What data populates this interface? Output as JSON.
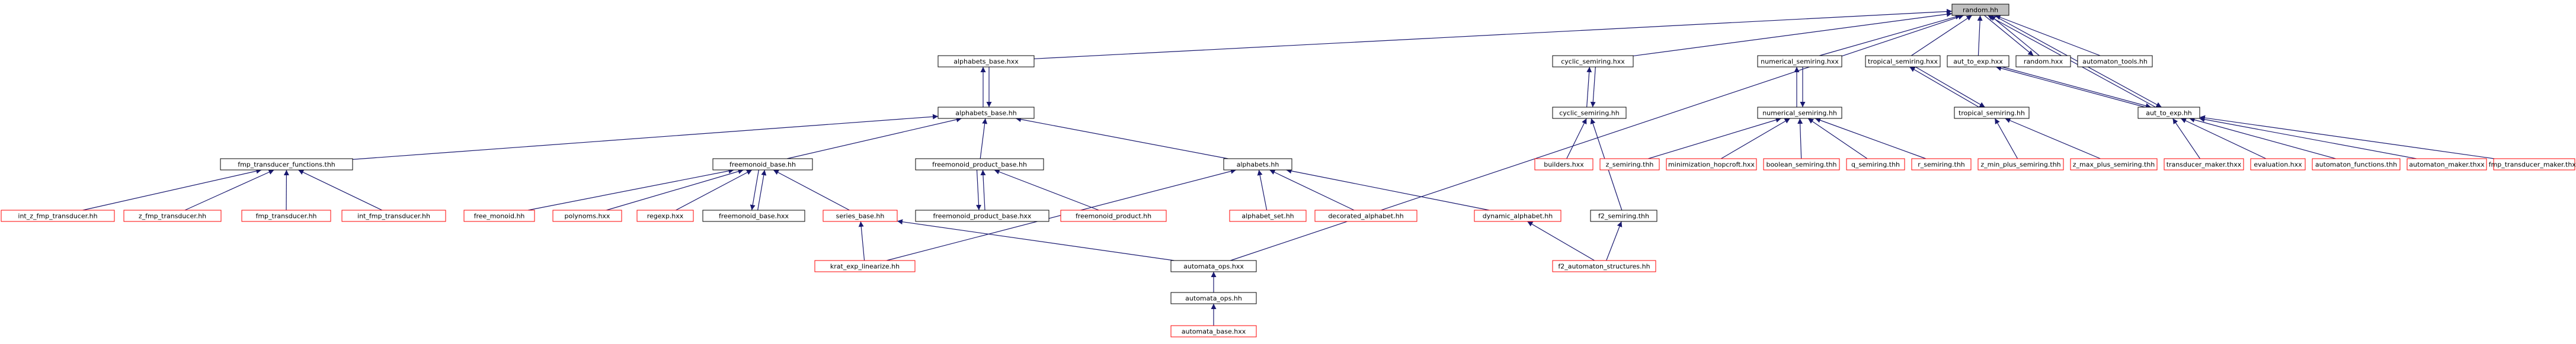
{
  "colors": {
    "edge": "#191970",
    "node_border_default": "#000000",
    "node_border_red": "#ff0000",
    "node_highlight_fill": "#bfbfbf",
    "node_fill": "#ffffff",
    "text": "#000000"
  },
  "nodes": [
    {
      "id": "random_hh",
      "label": "random.hh",
      "style": "highlight"
    },
    {
      "id": "alphabets_base_hxx",
      "label": "alphabets_base.hxx",
      "style": "black"
    },
    {
      "id": "cyclic_semiring_hxx",
      "label": "cyclic_semiring.hxx",
      "style": "black"
    },
    {
      "id": "numerical_semiring_hxx",
      "label": "numerical_semiring.hxx",
      "style": "black"
    },
    {
      "id": "tropical_semiring_hxx",
      "label": "tropical_semiring.hxx",
      "style": "black"
    },
    {
      "id": "aut_to_exp_hxx",
      "label": "aut_to_exp.hxx",
      "style": "black"
    },
    {
      "id": "random_hxx",
      "label": "random.hxx",
      "style": "black"
    },
    {
      "id": "automaton_tools_hh",
      "label": "automaton_tools.hh",
      "style": "black"
    },
    {
      "id": "alphabets_base_hh",
      "label": "alphabets_base.hh",
      "style": "black"
    },
    {
      "id": "cyclic_semiring_hh",
      "label": "cyclic_semiring.hh",
      "style": "black"
    },
    {
      "id": "numerical_semiring_hh",
      "label": "numerical_semiring.hh",
      "style": "black"
    },
    {
      "id": "tropical_semiring_hh",
      "label": "tropical_semiring.hh",
      "style": "black"
    },
    {
      "id": "aut_to_exp_hh",
      "label": "aut_to_exp.hh",
      "style": "black"
    },
    {
      "id": "fmp_transducer_functions_thh",
      "label": "fmp_transducer_functions.thh",
      "style": "black"
    },
    {
      "id": "freemonoid_base_hh",
      "label": "freemonoid_base.hh",
      "style": "black"
    },
    {
      "id": "freemonoid_product_base_hh",
      "label": "freemonoid_product_base.hh",
      "style": "black"
    },
    {
      "id": "alphabets_hh",
      "label": "alphabets.hh",
      "style": "black"
    },
    {
      "id": "builders_hxx",
      "label": "builders.hxx",
      "style": "red"
    },
    {
      "id": "z_semiring_thh",
      "label": "z_semiring.thh",
      "style": "red"
    },
    {
      "id": "minimization_hopcroft_hxx",
      "label": "minimization_hopcroft.hxx",
      "style": "red"
    },
    {
      "id": "boolean_semiring_thh",
      "label": "boolean_semiring.thh",
      "style": "red"
    },
    {
      "id": "q_semiring_thh",
      "label": "q_semiring.thh",
      "style": "red"
    },
    {
      "id": "r_semiring_thh",
      "label": "r_semiring.thh",
      "style": "red"
    },
    {
      "id": "z_min_plus_semiring_thh",
      "label": "z_min_plus_semiring.thh",
      "style": "red"
    },
    {
      "id": "z_max_plus_semiring_thh",
      "label": "z_max_plus_semiring.thh",
      "style": "red"
    },
    {
      "id": "transducer_maker_thxx",
      "label": "transducer_maker.thxx",
      "style": "red"
    },
    {
      "id": "evaluation_hxx",
      "label": "evaluation.hxx",
      "style": "red"
    },
    {
      "id": "automaton_functions_thh",
      "label": "automaton_functions.thh",
      "style": "red"
    },
    {
      "id": "automaton_maker_thxx",
      "label": "automaton_maker.thxx",
      "style": "red"
    },
    {
      "id": "fmp_transducer_maker_thxx",
      "label": "fmp_transducer_maker.thxx",
      "style": "red"
    },
    {
      "id": "int_z_fmp_transducer_hh",
      "label": "int_z_fmp_transducer.hh",
      "style": "red"
    },
    {
      "id": "z_fmp_transducer_hh",
      "label": "z_fmp_transducer.hh",
      "style": "red"
    },
    {
      "id": "fmp_transducer_hh",
      "label": "fmp_transducer.hh",
      "style": "red"
    },
    {
      "id": "int_fmp_transducer_hh",
      "label": "int_fmp_transducer.hh",
      "style": "red"
    },
    {
      "id": "free_monoid_hh",
      "label": "free_monoid.hh",
      "style": "red"
    },
    {
      "id": "polynoms_hxx",
      "label": "polynoms.hxx",
      "style": "red"
    },
    {
      "id": "regexp_hxx",
      "label": "regexp.hxx",
      "style": "red"
    },
    {
      "id": "freemonoid_base_hxx",
      "label": "freemonoid_base.hxx",
      "style": "black"
    },
    {
      "id": "series_base_hh",
      "label": "series_base.hh",
      "style": "red"
    },
    {
      "id": "freemonoid_product_base_hxx",
      "label": "freemonoid_product_base.hxx",
      "style": "black"
    },
    {
      "id": "freemonoid_product_hh",
      "label": "freemonoid_product.hh",
      "style": "red"
    },
    {
      "id": "alphabet_set_hh",
      "label": "alphabet_set.hh",
      "style": "red"
    },
    {
      "id": "decorated_alphabet_hh",
      "label": "decorated_alphabet.hh",
      "style": "red"
    },
    {
      "id": "dynamic_alphabet_hh",
      "label": "dynamic_alphabet.hh",
      "style": "red"
    },
    {
      "id": "f2_semiring_thh",
      "label": "f2_semiring.thh",
      "style": "black"
    },
    {
      "id": "krat_exp_linearize_hh",
      "label": "krat_exp_linearize.hh",
      "style": "red"
    },
    {
      "id": "automata_ops_hxx",
      "label": "automata_ops.hxx",
      "style": "black"
    },
    {
      "id": "f2_automaton_structures_hh",
      "label": "f2_automaton_structures.hh",
      "style": "red"
    },
    {
      "id": "automata_ops_hh",
      "label": "automata_ops.hh",
      "style": "black"
    },
    {
      "id": "automata_base_hxx",
      "label": "automata_base.hxx",
      "style": "red"
    }
  ],
  "edges": [
    {
      "from": "alphabets_base_hxx",
      "to": "random_hh"
    },
    {
      "from": "cyclic_semiring_hxx",
      "to": "random_hh"
    },
    {
      "from": "numerical_semiring_hxx",
      "to": "random_hh"
    },
    {
      "from": "tropical_semiring_hxx",
      "to": "random_hh"
    },
    {
      "from": "aut_to_exp_hxx",
      "to": "random_hh"
    },
    {
      "from": "random_hxx",
      "to": "random_hh"
    },
    {
      "from": "automaton_tools_hh",
      "to": "random_hh"
    },
    {
      "from": "automata_ops_hxx",
      "to": "random_hh"
    },
    {
      "from": "aut_to_exp_hh",
      "to": "random_hh"
    },
    {
      "from": "random_hh",
      "to": "random_hxx"
    },
    {
      "from": "random_hh",
      "to": "aut_to_exp_hh"
    },
    {
      "from": "alphabets_base_hh",
      "to": "alphabets_base_hxx"
    },
    {
      "from": "alphabets_base_hxx",
      "to": "alphabets_base_hh"
    },
    {
      "from": "cyclic_semiring_hh",
      "to": "cyclic_semiring_hxx"
    },
    {
      "from": "cyclic_semiring_hxx",
      "to": "cyclic_semiring_hh"
    },
    {
      "from": "numerical_semiring_hh",
      "to": "numerical_semiring_hxx"
    },
    {
      "from": "numerical_semiring_hxx",
      "to": "numerical_semiring_hh"
    },
    {
      "from": "tropical_semiring_hh",
      "to": "tropical_semiring_hxx"
    },
    {
      "from": "tropical_semiring_hxx",
      "to": "tropical_semiring_hh"
    },
    {
      "from": "aut_to_exp_hh",
      "to": "aut_to_exp_hxx"
    },
    {
      "from": "aut_to_exp_hxx",
      "to": "aut_to_exp_hh"
    },
    {
      "from": "fmp_transducer_functions_thh",
      "to": "alphabets_base_hh"
    },
    {
      "from": "freemonoid_base_hh",
      "to": "alphabets_base_hh"
    },
    {
      "from": "freemonoid_product_base_hh",
      "to": "alphabets_base_hh"
    },
    {
      "from": "alphabets_hh",
      "to": "alphabets_base_hh"
    },
    {
      "from": "builders_hxx",
      "to": "cyclic_semiring_hh"
    },
    {
      "from": "f2_semiring_thh",
      "to": "cyclic_semiring_hh"
    },
    {
      "from": "z_semiring_thh",
      "to": "numerical_semiring_hh"
    },
    {
      "from": "minimization_hopcroft_hxx",
      "to": "numerical_semiring_hh"
    },
    {
      "from": "boolean_semiring_thh",
      "to": "numerical_semiring_hh"
    },
    {
      "from": "q_semiring_thh",
      "to": "numerical_semiring_hh"
    },
    {
      "from": "r_semiring_thh",
      "to": "numerical_semiring_hh"
    },
    {
      "from": "z_min_plus_semiring_thh",
      "to": "tropical_semiring_hh"
    },
    {
      "from": "z_max_plus_semiring_thh",
      "to": "tropical_semiring_hh"
    },
    {
      "from": "transducer_maker_thxx",
      "to": "aut_to_exp_hh"
    },
    {
      "from": "evaluation_hxx",
      "to": "aut_to_exp_hh"
    },
    {
      "from": "automaton_functions_thh",
      "to": "aut_to_exp_hh"
    },
    {
      "from": "automaton_maker_thxx",
      "to": "aut_to_exp_hh"
    },
    {
      "from": "fmp_transducer_maker_thxx",
      "to": "aut_to_exp_hh"
    },
    {
      "from": "int_z_fmp_transducer_hh",
      "to": "fmp_transducer_functions_thh"
    },
    {
      "from": "z_fmp_transducer_hh",
      "to": "fmp_transducer_functions_thh"
    },
    {
      "from": "fmp_transducer_hh",
      "to": "fmp_transducer_functions_thh"
    },
    {
      "from": "int_fmp_transducer_hh",
      "to": "fmp_transducer_functions_thh"
    },
    {
      "from": "free_monoid_hh",
      "to": "freemonoid_base_hh"
    },
    {
      "from": "polynoms_hxx",
      "to": "freemonoid_base_hh"
    },
    {
      "from": "regexp_hxx",
      "to": "freemonoid_base_hh"
    },
    {
      "from": "freemonoid_base_hxx",
      "to": "freemonoid_base_hh"
    },
    {
      "from": "freemonoid_base_hh",
      "to": "freemonoid_base_hxx"
    },
    {
      "from": "series_base_hh",
      "to": "freemonoid_base_hh"
    },
    {
      "from": "freemonoid_product_base_hxx",
      "to": "freemonoid_product_base_hh"
    },
    {
      "from": "freemonoid_product_base_hh",
      "to": "freemonoid_product_base_hxx"
    },
    {
      "from": "freemonoid_product_hh",
      "to": "freemonoid_product_base_hh"
    },
    {
      "from": "alphabet_set_hh",
      "to": "alphabets_hh"
    },
    {
      "from": "decorated_alphabet_hh",
      "to": "alphabets_hh"
    },
    {
      "from": "dynamic_alphabet_hh",
      "to": "alphabets_hh"
    },
    {
      "from": "krat_exp_linearize_hh",
      "to": "alphabets_hh"
    },
    {
      "from": "krat_exp_linearize_hh",
      "to": "series_base_hh"
    },
    {
      "from": "automata_ops_hxx",
      "to": "series_base_hh"
    },
    {
      "from": "f2_automaton_structures_hh",
      "to": "dynamic_alphabet_hh"
    },
    {
      "from": "f2_automaton_structures_hh",
      "to": "f2_semiring_thh"
    },
    {
      "from": "automata_ops_hh",
      "to": "automata_ops_hxx"
    },
    {
      "from": "automata_base_hxx",
      "to": "automata_ops_hh"
    }
  ]
}
